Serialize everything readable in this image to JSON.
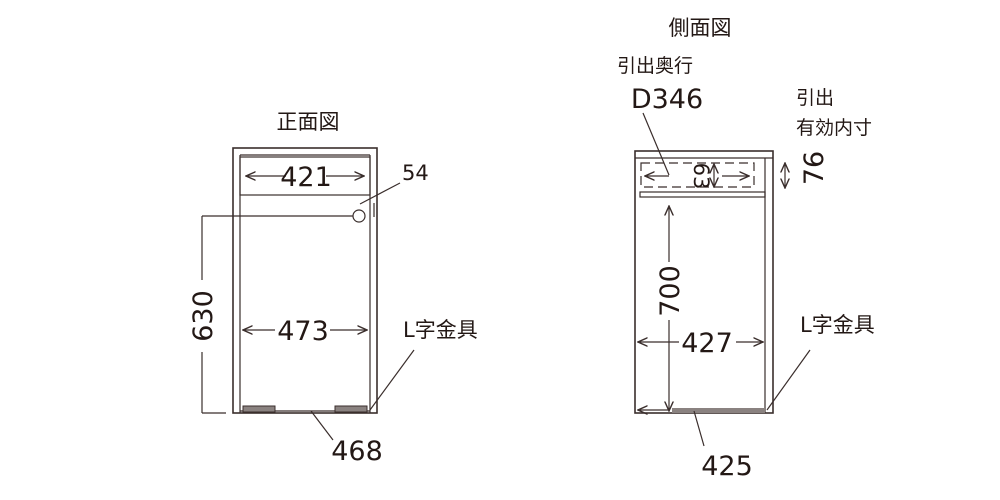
{
  "front_view": {
    "title": "正面図",
    "drawer_width": "421",
    "hole_label": "54",
    "height": "630",
    "inner_width": "473",
    "bracket_label": "L字金具",
    "bottom_width": "468"
  },
  "side_view": {
    "title": "側面図",
    "drawer_depth_label": "引出奥行",
    "drawer_depth": "D346",
    "effective_label_line1": "引出",
    "effective_label_line2": "有効内寸",
    "drawer_inner_height": "63",
    "drawer_height": "76",
    "inner_height": "700",
    "inner_depth": "427",
    "bracket_label": "L字金具",
    "bottom_depth": "425"
  },
  "colors": {
    "line": "#3a2e2c",
    "bracket_fill": "#8a8280"
  }
}
